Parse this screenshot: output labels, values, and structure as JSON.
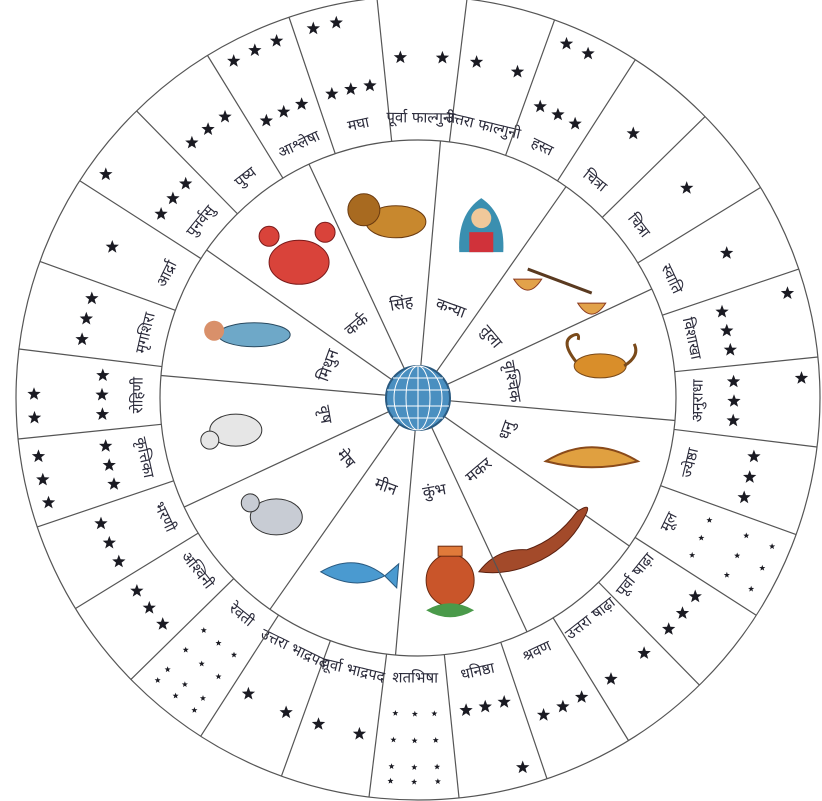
{
  "colors": {
    "ink": "#2a2a3a",
    "lines": "#555555",
    "globe": "#4a8fc0",
    "lion": "#c8882e",
    "crab": "#d9433a",
    "scorpion": "#d98e2a",
    "fish": "#4a9ad0",
    "pot": "#c9552a",
    "croc": "#a34a2a"
  },
  "nakshatras": [
    {
      "label": "उत्तरा फाल्गुनी",
      "stars": 2
    },
    {
      "label": "हस्त",
      "stars": 5
    },
    {
      "label": "चित्रा",
      "stars": 1
    },
    {
      "label": "चित्रा",
      "stars": 1
    },
    {
      "label": "स्वाति",
      "stars": 1
    },
    {
      "label": "विशाखा",
      "stars": 4
    },
    {
      "label": "अनुराधा",
      "stars": 4
    },
    {
      "label": "ज्येष्ठा",
      "stars": 3
    },
    {
      "label": "मूल",
      "stars": 9
    },
    {
      "label": "पूर्वा षाढ़ा",
      "stars": 3
    },
    {
      "label": "उत्तरा षाढ़ा",
      "stars": 2
    },
    {
      "label": "श्रवण",
      "stars": 3
    },
    {
      "label": "धनिष्ठा",
      "stars": 4
    },
    {
      "label": "शतभिषा",
      "stars": 12
    },
    {
      "label": "पूर्वा भाद्रपद",
      "stars": 2
    },
    {
      "label": "उत्तरा भाद्रपद",
      "stars": 2
    },
    {
      "label": "रेवती",
      "stars": 12
    },
    {
      "label": "अश्विनी",
      "stars": 3
    },
    {
      "label": "भरणी",
      "stars": 3
    },
    {
      "label": "कृत्तिका",
      "stars": 6
    },
    {
      "label": "रोहिणी",
      "stars": 5
    },
    {
      "label": "मृगशिरा",
      "stars": 3
    },
    {
      "label": "आर्द्रा",
      "stars": 1
    },
    {
      "label": "पुनर्वसु",
      "stars": 4
    },
    {
      "label": "पुष्य",
      "stars": 3
    },
    {
      "label": "आश्लेषा",
      "stars": 6
    },
    {
      "label": "मघा",
      "stars": 5
    },
    {
      "label": "पूर्वा फाल्गुनी",
      "stars": 2
    }
  ],
  "rashis": [
    {
      "label": "कन्या",
      "icon": "virgo-maiden-icon"
    },
    {
      "label": "तुला",
      "icon": "libra-scales-icon"
    },
    {
      "label": "वृश्चिक",
      "icon": "scorpio-scorpion-icon"
    },
    {
      "label": "धनु",
      "icon": "sagittarius-bow-icon"
    },
    {
      "label": "मकर",
      "icon": "capricorn-crocodile-icon"
    },
    {
      "label": "कुंभ",
      "icon": "aquarius-pot-icon"
    },
    {
      "label": "मीन",
      "icon": "pisces-fish-icon"
    },
    {
      "label": "मेष",
      "icon": "aries-ram-icon"
    },
    {
      "label": "वृष",
      "icon": "taurus-bull-icon"
    },
    {
      "label": "मिथुन",
      "icon": "gemini-twins-icon"
    },
    {
      "label": "कर्क",
      "icon": "cancer-crab-icon"
    },
    {
      "label": "सिंह",
      "icon": "leo-lion-icon"
    }
  ],
  "center": {
    "icon": "earth-globe-icon"
  }
}
